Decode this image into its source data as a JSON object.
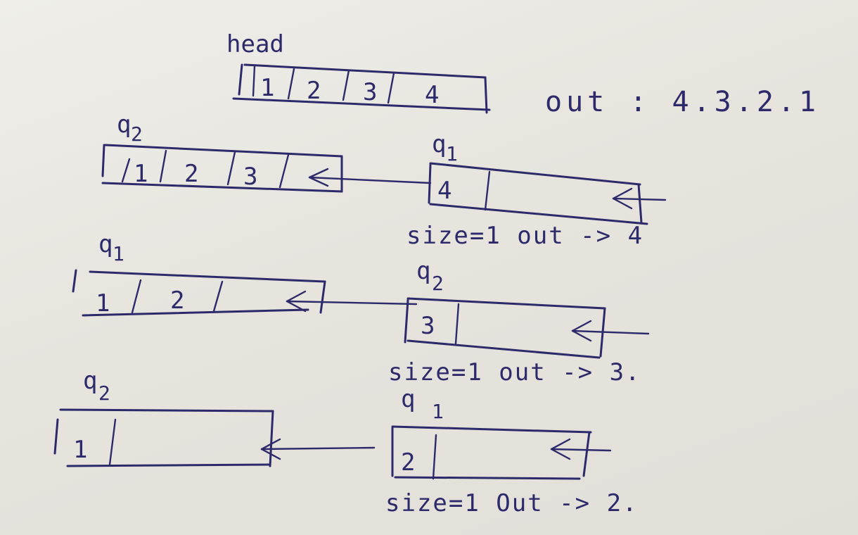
{
  "head_label": "head",
  "top_list": {
    "cells": [
      "1",
      "2",
      "3",
      "4"
    ]
  },
  "output_summary": "out : 4.3.2.1",
  "rows": [
    {
      "left": {
        "name_base": "q",
        "name_sub": "2",
        "cells": [
          "1",
          "2",
          "3"
        ]
      },
      "right": {
        "name_base": "q",
        "name_sub": "1",
        "cells": [
          "4"
        ]
      },
      "status": "size=1  out -> 4"
    },
    {
      "left": {
        "name_base": "q",
        "name_sub": "1",
        "cells": [
          "1",
          "2"
        ]
      },
      "right": {
        "name_base": "q",
        "name_sub": "2",
        "cells": [
          "3"
        ]
      },
      "status": "size=1  out -> 3."
    },
    {
      "left": {
        "name_base": "q",
        "name_sub": "2",
        "cells": [
          "1"
        ]
      },
      "right": {
        "name_base": "q",
        "name_sub": "1",
        "cells": [
          "2"
        ]
      },
      "status": "size=1  Out -> 2."
    }
  ]
}
